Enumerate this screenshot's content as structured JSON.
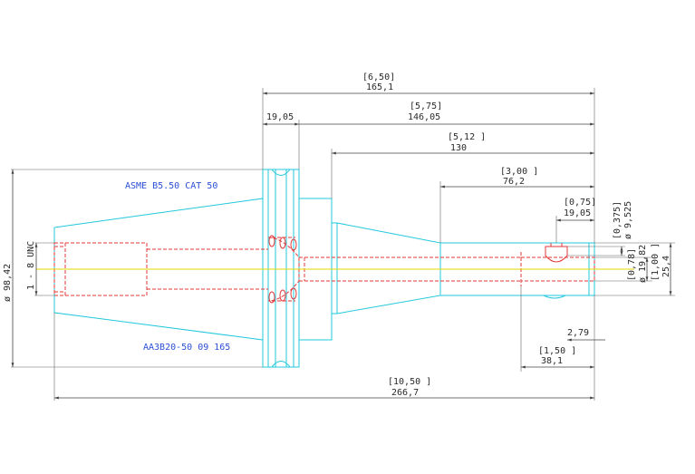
{
  "dimensions": {
    "d_total_in": "[6,50]",
    "d_total_mm": "165,1",
    "d_flange": "19,05",
    "d_575_in": "[5,75]",
    "d_575_mm": "146,05",
    "d_512_in": "[5,12 ]",
    "d_512_mm": "130",
    "d_300_in": "[3,00 ]",
    "d_300_mm": "76,2",
    "d_075_in": "[0,75]",
    "d_075_mm": "19,05",
    "d_0375_in": "[0,375]",
    "d_0375_mm": "ø 9,525",
    "d_078_in": "[0,78]",
    "d_078_mm": "ø 19,82",
    "d_100_in": "[1,00 ]",
    "d_100_mm": "25,4",
    "d_279": "2,79",
    "d_150_in": "[1,50 ]",
    "d_150_mm": "38,1",
    "d_1050_in": "[10,50 ]",
    "d_1050_mm": "266,7",
    "d_dia_flange": "ø 98,42",
    "d_thread": "1 - 8 UNC"
  },
  "notes": {
    "standard": "ASME B5.50 CAT 50",
    "part_number": "AA3B20-50 09 165"
  },
  "colors": {
    "outline": "#22c8dc",
    "hidden": "#e23a3a",
    "centerline": "#e6d800",
    "note": "#2a4fd6",
    "dimension": "#444444"
  }
}
